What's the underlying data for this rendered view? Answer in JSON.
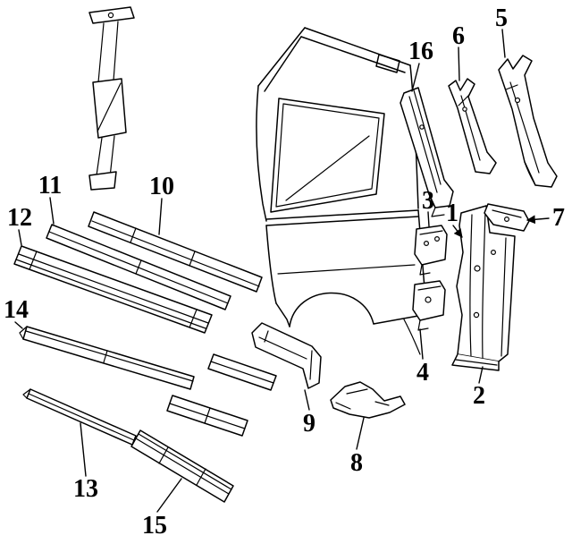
{
  "figure": {
    "background_color": "#ffffff",
    "line_color": "#000000"
  },
  "callouts": [
    {
      "label": "1"
    },
    {
      "label": "2"
    },
    {
      "label": "3"
    },
    {
      "label": "4"
    },
    {
      "label": "5"
    },
    {
      "label": "6"
    },
    {
      "label": "7"
    },
    {
      "label": "8"
    },
    {
      "label": "9"
    },
    {
      "label": "10"
    },
    {
      "label": "11"
    },
    {
      "label": "12"
    },
    {
      "label": "13"
    },
    {
      "label": "14"
    },
    {
      "label": "15"
    },
    {
      "label": "16"
    }
  ]
}
